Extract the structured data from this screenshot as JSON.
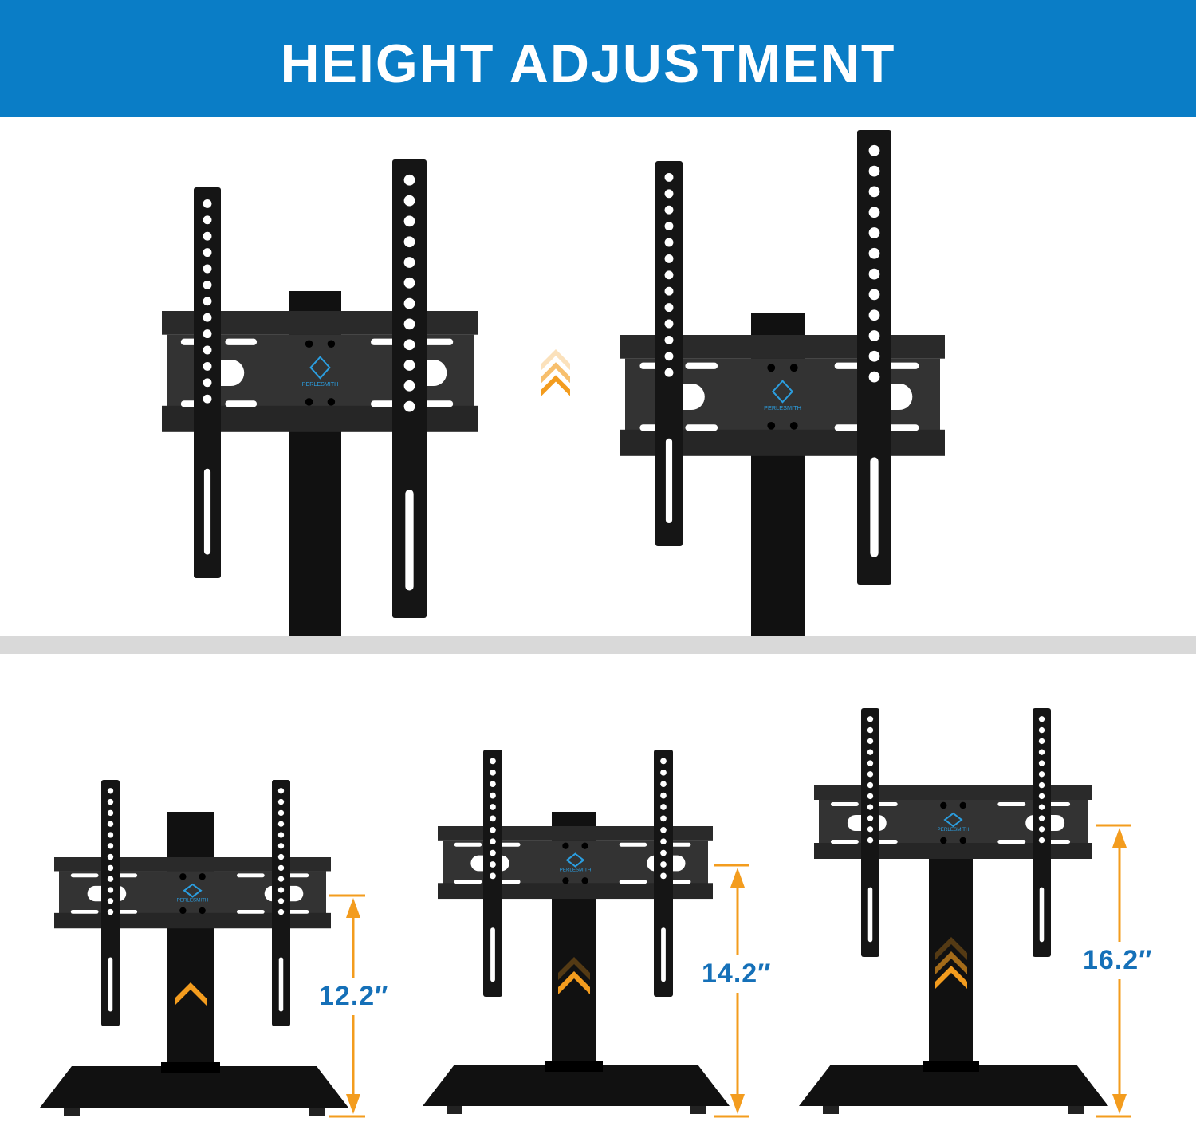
{
  "header": {
    "title": "HEIGHT ADJUSTMENT"
  },
  "brand": {
    "logo_text": "PERLESMITH"
  },
  "measurements": [
    {
      "label": "12.2″",
      "position": "lowest"
    },
    {
      "label": "14.2″",
      "position": "middle"
    },
    {
      "label": "16.2″",
      "position": "highest"
    }
  ],
  "colors": {
    "banner": "#0a7dc6",
    "accent_orange": "#f39c1e",
    "dimension_text": "#1570b8",
    "divider": "#d9d9d9",
    "metal": "#1c1c1c"
  }
}
